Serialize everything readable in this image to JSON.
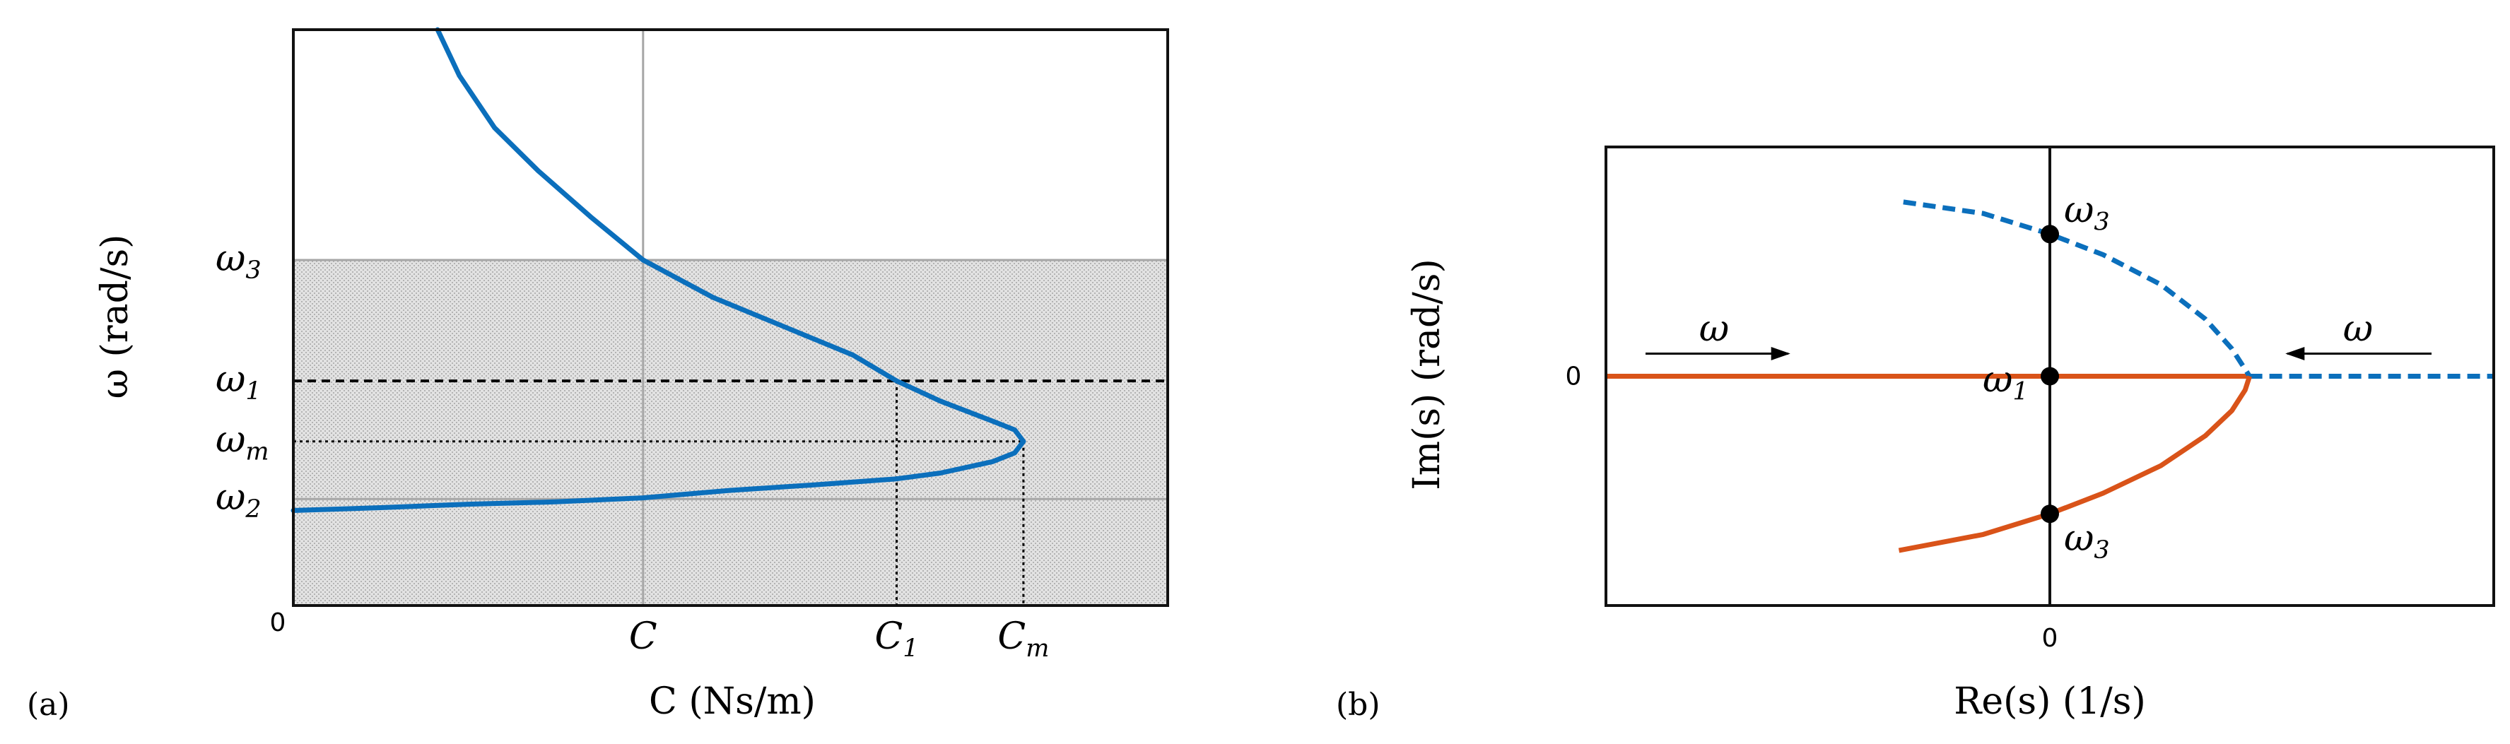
{
  "chart_data": [
    {
      "type": "line",
      "panel_label": "(a)",
      "xlabel": "C (Ns/m)",
      "ylabel": "ω (rad/s)",
      "origin_label": "0",
      "x_ticks": [
        {
          "label": "C",
          "x": 0.4
        },
        {
          "label": "C1",
          "x": 0.69
        },
        {
          "label": "Cm",
          "x": 0.835
        }
      ],
      "y_ticks": [
        {
          "label": "ω3",
          "y": 0.6
        },
        {
          "label": "ω1",
          "y": 0.39
        },
        {
          "label": "ωm",
          "y": 0.285
        },
        {
          "label": "ω2",
          "y": 0.185
        }
      ],
      "xlim": [
        0,
        1
      ],
      "ylim": [
        0,
        1
      ],
      "shaded_band": [
        0,
        0.6
      ],
      "series": [
        {
          "style": "solid",
          "color": "#0b6fbc",
          "x": [
            0.165,
            0.19,
            0.23,
            0.28,
            0.34,
            0.4,
            0.48,
            0.56,
            0.64,
            0.69,
            0.74,
            0.8,
            0.825,
            0.835,
            0.825,
            0.8,
            0.74,
            0.69,
            0.6,
            0.5,
            0.4,
            0.3,
            0.2,
            0.1,
            0.0
          ],
          "y": [
            1.0,
            0.92,
            0.83,
            0.755,
            0.675,
            0.6,
            0.535,
            0.485,
            0.435,
            0.39,
            0.355,
            0.32,
            0.305,
            0.285,
            0.265,
            0.25,
            0.23,
            0.22,
            0.21,
            0.2,
            0.187,
            0.18,
            0.176,
            0.17,
            0.165
          ]
        }
      ]
    },
    {
      "type": "line",
      "panel_label": "(b)",
      "xlabel": "Re(s) (1/s)",
      "ylabel": "Im(s) (rad/s)",
      "x_zero_label": "0",
      "y_zero_label": "0",
      "xlim": [
        -1,
        1
      ],
      "ylim": [
        -1,
        1
      ],
      "point_labels": [
        {
          "label": "ω3",
          "x": 0,
          "y": 0.62
        },
        {
          "label": "ω1",
          "x": 0,
          "y": 0.0
        },
        {
          "label": "ω3",
          "x": 0,
          "y": -0.6
        }
      ],
      "arrow_labels": [
        "ω",
        "ω"
      ],
      "series": [
        {
          "style": "solid",
          "color": "#d95319",
          "x": [
            -1.0,
            0.45
          ],
          "y": [
            0.0,
            0.0
          ]
        },
        {
          "style": "dashed",
          "color": "#0b6fbc",
          "x": [
            0.45,
            1.0
          ],
          "y": [
            0.0,
            0.0
          ]
        },
        {
          "style": "dashed",
          "color": "#0b6fbc",
          "x": [
            -0.33,
            -0.15,
            0.0,
            0.12,
            0.25,
            0.35,
            0.41,
            0.45
          ],
          "y": [
            0.76,
            0.71,
            0.62,
            0.53,
            0.4,
            0.25,
            0.12,
            0.0
          ]
        },
        {
          "style": "solid",
          "color": "#d95319",
          "x": [
            -0.34,
            -0.15,
            0.0,
            0.12,
            0.25,
            0.35,
            0.41,
            0.44,
            0.45
          ],
          "y": [
            -0.76,
            -0.69,
            -0.6,
            -0.51,
            -0.39,
            -0.26,
            -0.15,
            -0.06,
            0.0
          ]
        }
      ]
    }
  ]
}
